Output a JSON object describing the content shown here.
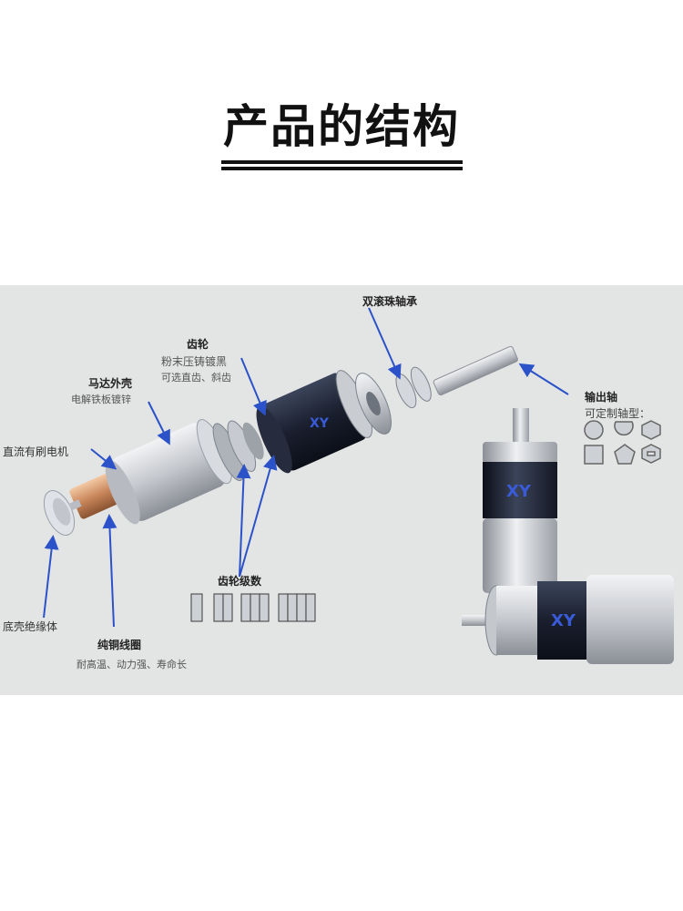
{
  "title": "产品的结构",
  "labels": {
    "bearing": "双滚珠轴承",
    "gear": "齿轮",
    "gear_sub1": "粉末压铸镀黑",
    "gear_sub2": "可选直齿、斜齿",
    "housing": "马达外壳",
    "housing_sub": "电解铁板镀锌",
    "dc_motor": "直流有刷电机",
    "output_shaft": "输出轴",
    "output_sub": "可定制轴型：",
    "gear_stages": "齿轮级数",
    "base_insulation": "底壳绝缘体",
    "coil": "纯铜线圈",
    "coil_sub": "耐高温、动力强、寿命长"
  },
  "colors": {
    "panel": "#e3e4e4",
    "arrow": "#2b52c8",
    "motor_silver": "#c9ccd0",
    "gearbox_dark": "#1c2233",
    "logo_blue": "#3a5bd8"
  },
  "gear_stages_count": 4,
  "shaft_types": [
    "circle",
    "d-cut",
    "hexagon",
    "square",
    "pentagon",
    "hex-slot"
  ]
}
